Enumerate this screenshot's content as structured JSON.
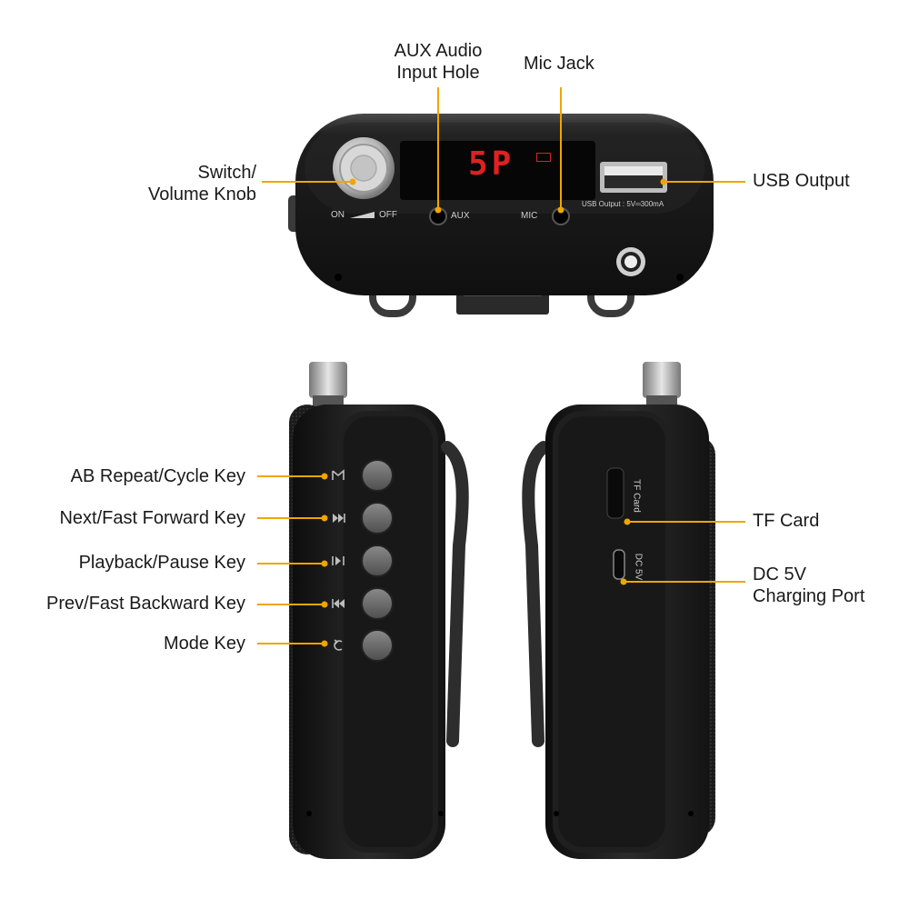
{
  "accent_color": "#f0a500",
  "callouts": {
    "aux_audio_input": "AUX Audio\nInput Hole",
    "mic_jack": "Mic Jack",
    "switch_volume_knob": "Switch/\nVolume Knob",
    "usb_output": "USB Output",
    "ab_repeat": "AB Repeat/Cycle Key",
    "next_fast_forward": "Next/Fast Forward Key",
    "playback_pause": "Playback/Pause Key",
    "prev_fast_backward": "Prev/Fast Backward Key",
    "mode_key": "Mode Key",
    "tf_card": "TF Card",
    "dc_charging": "DC 5V\nCharging Port"
  },
  "device_top": {
    "display_value": "5P",
    "on_label": "ON",
    "off_label": "OFF",
    "aux_label": "AUX",
    "mic_label": "MIC",
    "usb_spec": "USB Output : 5V═300mA"
  },
  "device_right": {
    "tf_card_label": "TF Card",
    "dc_label": "DC 5V"
  },
  "icons": {
    "ab_repeat": "m-icon",
    "next": "next-icon",
    "play_pause": "play-pause-icon",
    "prev": "prev-icon",
    "mode": "mode-icon"
  }
}
